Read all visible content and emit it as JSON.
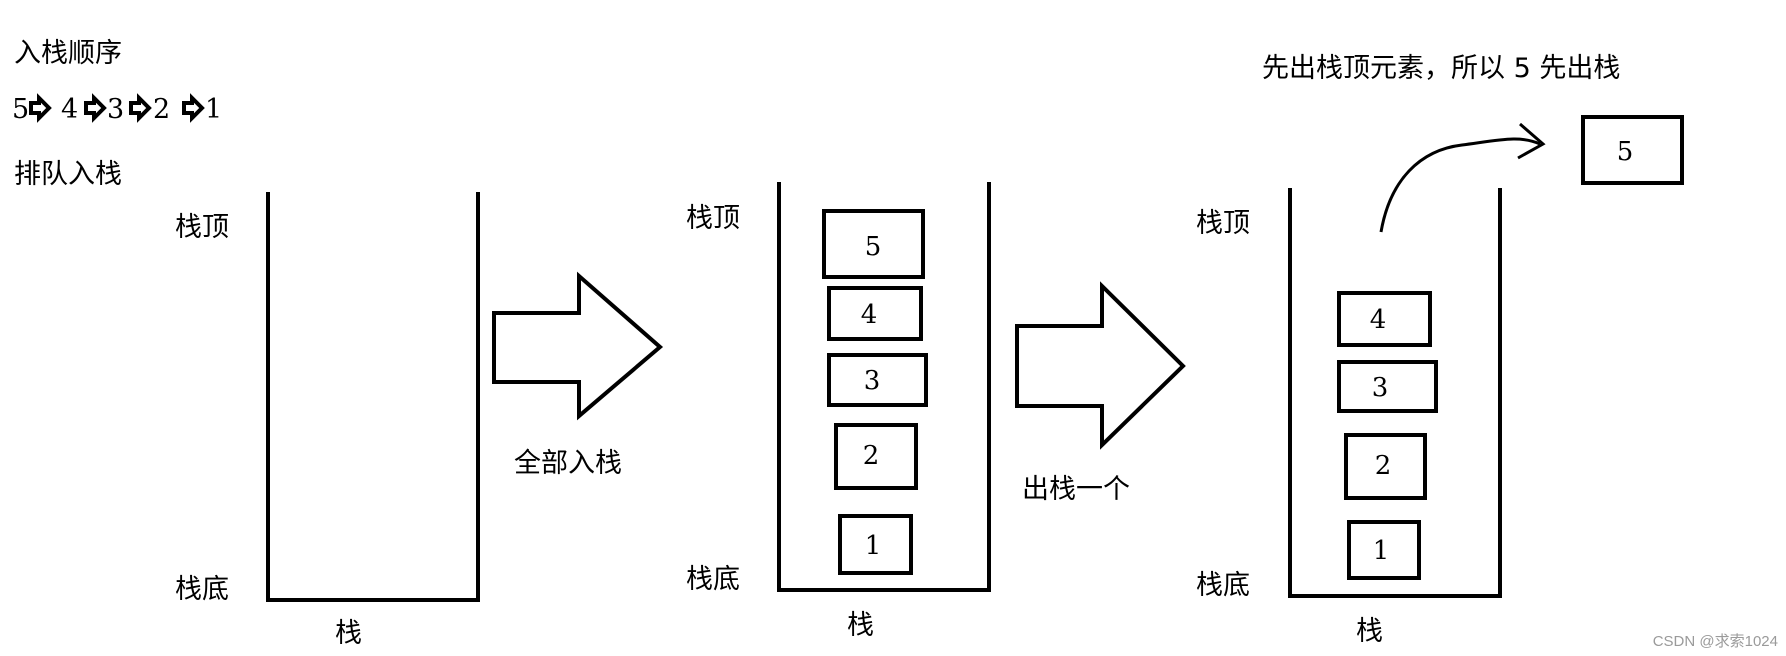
{
  "heading": {
    "push_order_title": "入栈顺序",
    "push_order": [
      "5",
      "4",
      "3",
      "2",
      "1"
    ],
    "queue_push": "排队入栈"
  },
  "arrow_labels": {
    "push_all": "全部入栈",
    "pop_one": "出栈一个"
  },
  "pop_note": "先出栈顶元素，所以 5 先出栈",
  "popped_element": "5",
  "stacks": [
    {
      "top_label": "栈顶",
      "bottom_label": "栈底",
      "caption": "栈",
      "elements": []
    },
    {
      "top_label": "栈顶",
      "bottom_label": "栈底",
      "caption": "栈",
      "elements": [
        "5",
        "4",
        "3",
        "2",
        "1"
      ]
    },
    {
      "top_label": "栈顶",
      "bottom_label": "栈底",
      "caption": "栈",
      "elements": [
        "4",
        "3",
        "2",
        "1"
      ]
    }
  ],
  "watermark": "CSDN @求索1024"
}
